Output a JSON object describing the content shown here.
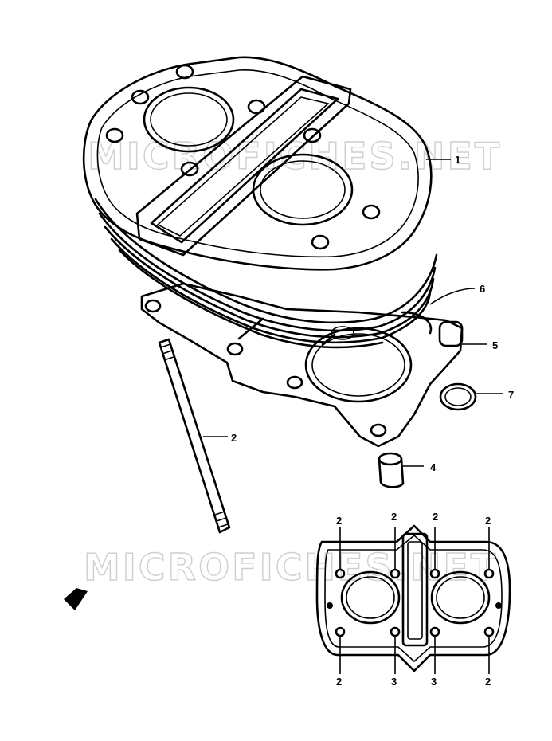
{
  "watermarks": [
    "MICROFICHES.NET",
    "MICROFICHES.NET"
  ],
  "callouts": {
    "cylinder": "1",
    "stud_bolt": "2",
    "gasket": "5",
    "o_ring_large": "6",
    "o_ring_small": "7",
    "dowel_pin": "4"
  },
  "inset_labels": {
    "top": [
      "2",
      "2",
      "2",
      "2"
    ],
    "bottom": [
      "2",
      "3",
      "3",
      "2"
    ]
  }
}
